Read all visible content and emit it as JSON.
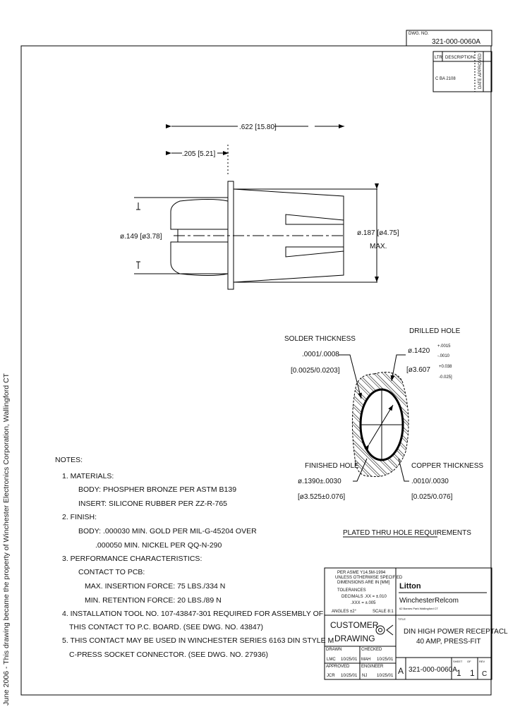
{
  "side_note": "June 2006 - This drawing became the property of Winchester Electronics Corporation, Wallingford CT",
  "header": {
    "dwg_no_label": "DWG. NO.",
    "dwg_no": "321-000-0060A",
    "rev_label": "LTR",
    "rev_desc_label": "DESCRIPTION",
    "rev_entry": "C  BA 2108",
    "rev_initials": "DATE APPROVED"
  },
  "front_view": {
    "overall_length": ".622 [15.80]",
    "tail_length": ".205 [5.21]",
    "tail_dia": "ø.149 [ø3.78]",
    "body_dia": "ø.187 [ø4.75]",
    "body_dia_note": "MAX."
  },
  "hole": {
    "solder_label": "SOLDER THICKNESS",
    "solder_value": ".0001/.0008",
    "solder_metric": "[0.0025/0.0203]",
    "drilled_label": "DRILLED HOLE",
    "drilled_value": "ø.1420",
    "drilled_tol_plus": "+.0015",
    "drilled_tol_minus": "-.0010",
    "drilled_metric": "[ø3.607",
    "drilled_metric_plus": "+0.038",
    "drilled_metric_minus": "-0.025]",
    "finished_label": "FINISHED HOLE",
    "finished_value": "ø.1390±.0030",
    "finished_metric": "[ø3.525±0.076]",
    "copper_label": "COPPER THICKNESS",
    "copper_value": ".0010/.0030",
    "copper_metric": "[0.025/0.076]",
    "caption": "PLATED THRU HOLE REQUIREMENTS"
  },
  "notes": [
    "NOTES:",
    "1. MATERIALS:",
    "BODY: PHOSPHER BRONZE PER ASTM B139",
    "INSERT: SILICONE RUBBER PER ZZ-R-765",
    "2. FINISH:",
    "BODY: .000030 MIN. GOLD PER MIL-G-45204 OVER",
    ".000050 MIN. NICKEL PER QQ-N-290",
    "3. PERFORMANCE CHARACTERISTICS:",
    "CONTACT TO PCB:",
    "MAX. INSERTION FORCE: 75 LBS./334 N",
    "MIN. RETENTION FORCE: 20 LBS./89 N",
    "4. INSTALLATION TOOL NO. 107-43847-301 REQUIRED FOR ASSEMBLY OF",
    "THIS CONTACT TO P.C. BOARD. (SEE DWG. NO. 43847)",
    "5. THIS CONTACT MAY BE USED IN WINCHESTER SERIES 6163 DIN STYLE M",
    "C-PRESS SOCKET CONNECTOR. (SEE DWG. NO. 27936)"
  ],
  "title_block": {
    "spec_lines": [
      "PER ASME Y14.5M-1994",
      "UNLESS OTHERWISE SPECIFIED",
      "DIMENSIONS ARE IN [MM]",
      "TOLERANCES",
      "DECIMALS .XX = ±.010",
      ".XXX = ±.005",
      "ANGLES ±2°",
      "SCALE 8:1"
    ],
    "customer_drawing": [
      "CUSTOMER",
      "DRAWING"
    ],
    "drawn_label": "DRAWN",
    "drawn_by": "LMC",
    "drawn_date": "10/25/01",
    "checked_label": "CHECKED",
    "checked_by": "MAH",
    "checked_date": "10/25/01",
    "approved_label": "APPROVED",
    "approved_by": "JCR",
    "approved_date": "10/25/01",
    "eng_label": "ENGINEER",
    "eng_by": "NJ",
    "eng_date": "10/25/01",
    "company": "Litton",
    "division": "WinchesterRelcom",
    "address": "62 Barnes Park Wallingford CT",
    "title_label": "TITLE",
    "title": [
      "DIN HIGH POWER RECEPTACLE",
      "40 AMP, PRESS-FIT"
    ],
    "size": "A",
    "part_no": "321-000-0060A",
    "sheet_label": "SHEET",
    "sheet": "1",
    "of_label": "OF",
    "of": "1",
    "rev_label": "REV",
    "rev": "C"
  }
}
